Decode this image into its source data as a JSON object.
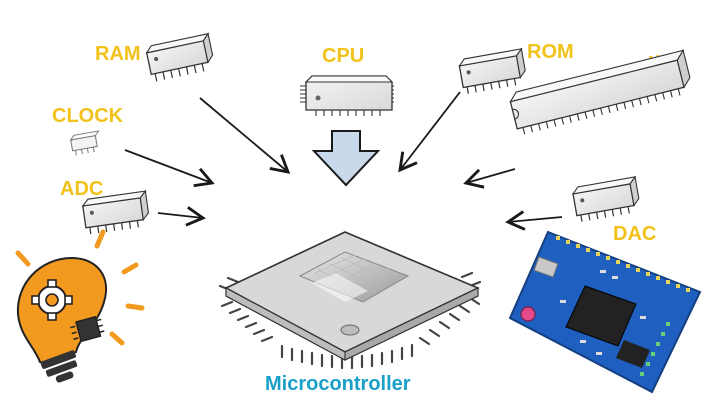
{
  "diagram": {
    "components": {
      "ram": "RAM",
      "cpu": "CPU",
      "rom": "ROM",
      "io": "I/O",
      "clock": "CLOCK",
      "adc": "ADC",
      "dac": "DAC"
    },
    "center_label": "Microcontroller",
    "colors": {
      "component_label": "#f2c21b",
      "center_label": "#1aa0c8",
      "bulb": "#f29a1f",
      "board": "#1f5fbf",
      "cpu_arrow_fill": "#c9d8ea",
      "ink": "#1a1a1a"
    },
    "icons": [
      "chip-icon",
      "lightbulb-gear-icon",
      "dev-board-icon",
      "arrow-icon"
    ]
  }
}
